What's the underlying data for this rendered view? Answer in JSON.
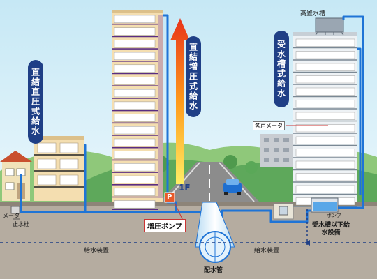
{
  "labels": {
    "direct_pressure": "直結直圧式給水",
    "booster": "直結増圧式給水",
    "tank": "受水槽式給水",
    "elevated_tank": "高置水槽",
    "household_meter": "各戸メータ",
    "meter": "メータ",
    "stop_valve": "止水栓",
    "booster_pump_label": "増圧ポンプ",
    "pump_marker": "P",
    "first_floor": "1F",
    "pump": "ポンプ",
    "tank_below": "受水槽以下給水設備",
    "supply_left": "給水装置",
    "supply_right": "給水装置",
    "main_pipe": "配水管"
  },
  "colors": {
    "pipe": "#1f74d6",
    "pill": "#1f3f86",
    "ground": "#b5aca0",
    "sky_top": "#c6e8f5"
  }
}
